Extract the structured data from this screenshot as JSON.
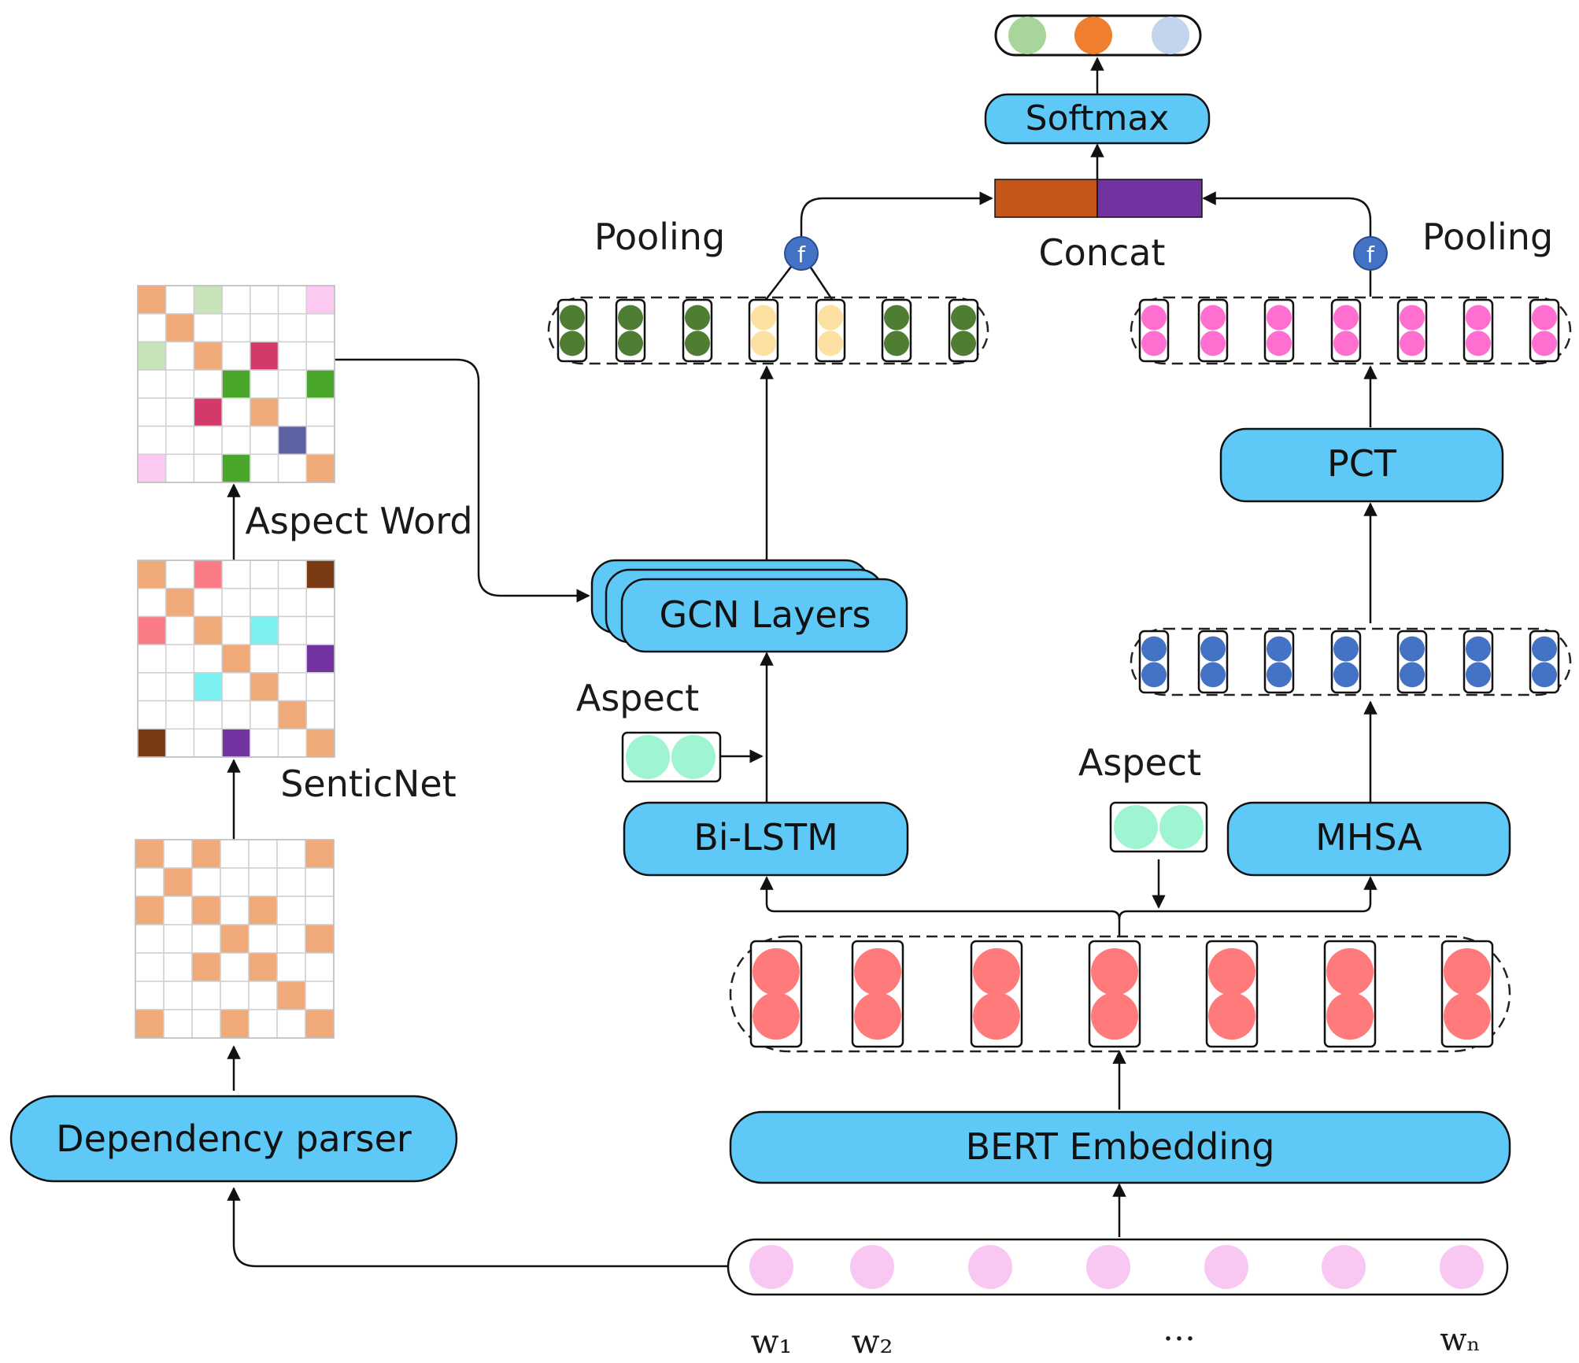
{
  "labels": {
    "softmax": "Softmax",
    "concat": "Concat",
    "pooling_left": "Pooling",
    "pooling_right": "Pooling",
    "pooling_func": "f",
    "pct": "PCT",
    "gcn_layers": "GCN Layers",
    "aspect_word": "Aspect Word",
    "aspect_left": "Aspect",
    "aspect_right": "Aspect",
    "senticnet": "SenticNet",
    "bilstm": "Bi-LSTM",
    "mhsa": "MHSA",
    "dependency_parser": "Dependency parser",
    "bert_embedding": "BERT Embedding"
  },
  "words": [
    "w₁",
    "w₂",
    "…",
    "wₙ"
  ],
  "colors": {
    "box_fill": "#5ec8f7",
    "output_classes": [
      "#a8d69a",
      "#ef7f2e",
      "#c3d5ec"
    ],
    "concat_left": "#c4561a",
    "concat_right": "#7232a0",
    "gcn_node": "#4f7d33",
    "gcn_highlight": "#fde1a3",
    "pct_node": "#ff6fcf",
    "mhsa_node": "#4472c4",
    "bert_node": "#ff7b7b",
    "input_node": "#f8c8f2",
    "aspect_node": "#9ff5d1",
    "func_node": "#4472c4",
    "matrix_diag": "#f0aa7a"
  },
  "matrices": {
    "dependency": [
      [
        1,
        0,
        1,
        0,
        0,
        0,
        1
      ],
      [
        0,
        1,
        0,
        0,
        0,
        0,
        0
      ],
      [
        1,
        0,
        1,
        0,
        1,
        0,
        0
      ],
      [
        0,
        0,
        0,
        1,
        0,
        0,
        1
      ],
      [
        0,
        0,
        1,
        0,
        1,
        0,
        0
      ],
      [
        0,
        0,
        0,
        0,
        0,
        1,
        0
      ],
      [
        1,
        0,
        0,
        1,
        0,
        0,
        1
      ]
    ],
    "senticnet": [
      [
        "#f0aa7a",
        "",
        "#f97b85",
        "",
        "",
        "",
        "#7a3a13"
      ],
      [
        "",
        "#f0aa7a",
        "",
        "",
        "",
        "",
        ""
      ],
      [
        "#f97b85",
        "",
        "#f0aa7a",
        "",
        "#7df0f2",
        "",
        ""
      ],
      [
        "",
        "",
        "",
        "#f0aa7a",
        "",
        "",
        "#7232a0"
      ],
      [
        "",
        "",
        "#7df0f2",
        "",
        "#f0aa7a",
        "",
        ""
      ],
      [
        "",
        "",
        "",
        "",
        "",
        "#f0aa7a",
        ""
      ],
      [
        "#7a3a13",
        "",
        "",
        "#7232a0",
        "",
        "",
        "#f0aa7a"
      ]
    ],
    "aspect_word": [
      [
        "#f0aa7a",
        "",
        "#c8e2ba",
        "",
        "",
        "",
        "#fccaf1"
      ],
      [
        "",
        "#f0aa7a",
        "",
        "",
        "",
        "",
        ""
      ],
      [
        "#c8e2ba",
        "",
        "#f0aa7a",
        "",
        "#d33a6a",
        "",
        ""
      ],
      [
        "",
        "",
        "",
        "#4aa72c",
        "",
        "",
        "#4aa72c"
      ],
      [
        "",
        "",
        "#d33a6a",
        "",
        "#f0aa7a",
        "",
        ""
      ],
      [
        "",
        "",
        "",
        "",
        "",
        "#5c62a4",
        ""
      ],
      [
        "#fccaf1",
        "",
        "",
        "#4aa72c",
        "",
        "",
        "#f0aa7a"
      ]
    ]
  }
}
